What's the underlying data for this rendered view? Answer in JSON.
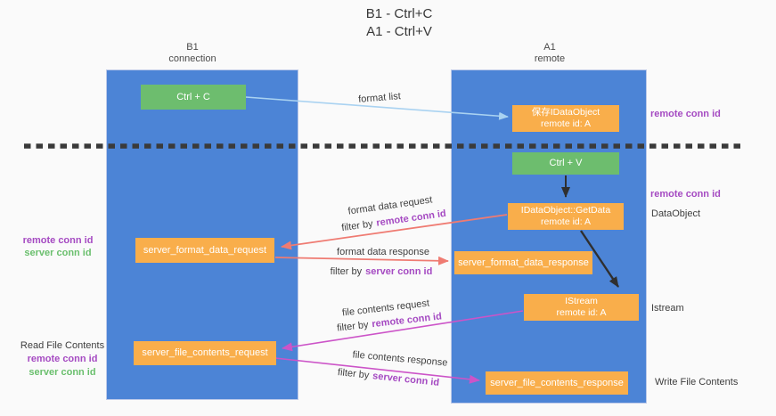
{
  "title": {
    "line1": "B1 - Ctrl+C",
    "line2": "A1 - Ctrl+V"
  },
  "columns": {
    "b1": {
      "name": "B1",
      "role": "connection"
    },
    "a1": {
      "name": "A1",
      "role": "remote"
    }
  },
  "boxes": {
    "ctrl_c": {
      "label": "Ctrl + C"
    },
    "ctrl_v": {
      "label": "Ctrl + V"
    },
    "save_dataobject": {
      "line1": "保存IDataObject",
      "line2": "remote id: A"
    },
    "getdata": {
      "line1": "IDataObject::GetData",
      "line2": "remote id: A"
    },
    "istream": {
      "line1": "IStream",
      "line2": "remote id: A"
    },
    "format_request": {
      "label": "server_format_data_request"
    },
    "format_response": {
      "label": "server_format_data_response"
    },
    "file_request": {
      "label": "server_file_contents_request"
    },
    "file_response": {
      "label": "server_file_contents_response"
    }
  },
  "labels": {
    "format_list": "format list",
    "filter_by": "filter by",
    "remote_conn_id": "remote conn id",
    "server_conn_id": "server conn id",
    "format_data_request": "format data request",
    "format_data_response": "format data response",
    "file_contents_request": "file contents request",
    "file_contents_response": "file contents response",
    "read_file_contents": "Read File Contents",
    "write_file_contents": "Write File Contents",
    "dataobject": "DataObject",
    "istream": "Istream"
  },
  "colors": {
    "lane_blue": "#4c84d6",
    "box_green": "#6dbd6e",
    "box_orange": "#f9ae4b",
    "accent_purple": "#a54ac2",
    "accent_green": "#6abf6d",
    "arrow_red": "#ef7b72",
    "arrow_pink": "#cc54c8",
    "arrow_light_blue": "#a9d2f1",
    "arrow_black": "#2f2f2f",
    "text_dark": "#3d3d3d",
    "background": "#fafafa"
  }
}
